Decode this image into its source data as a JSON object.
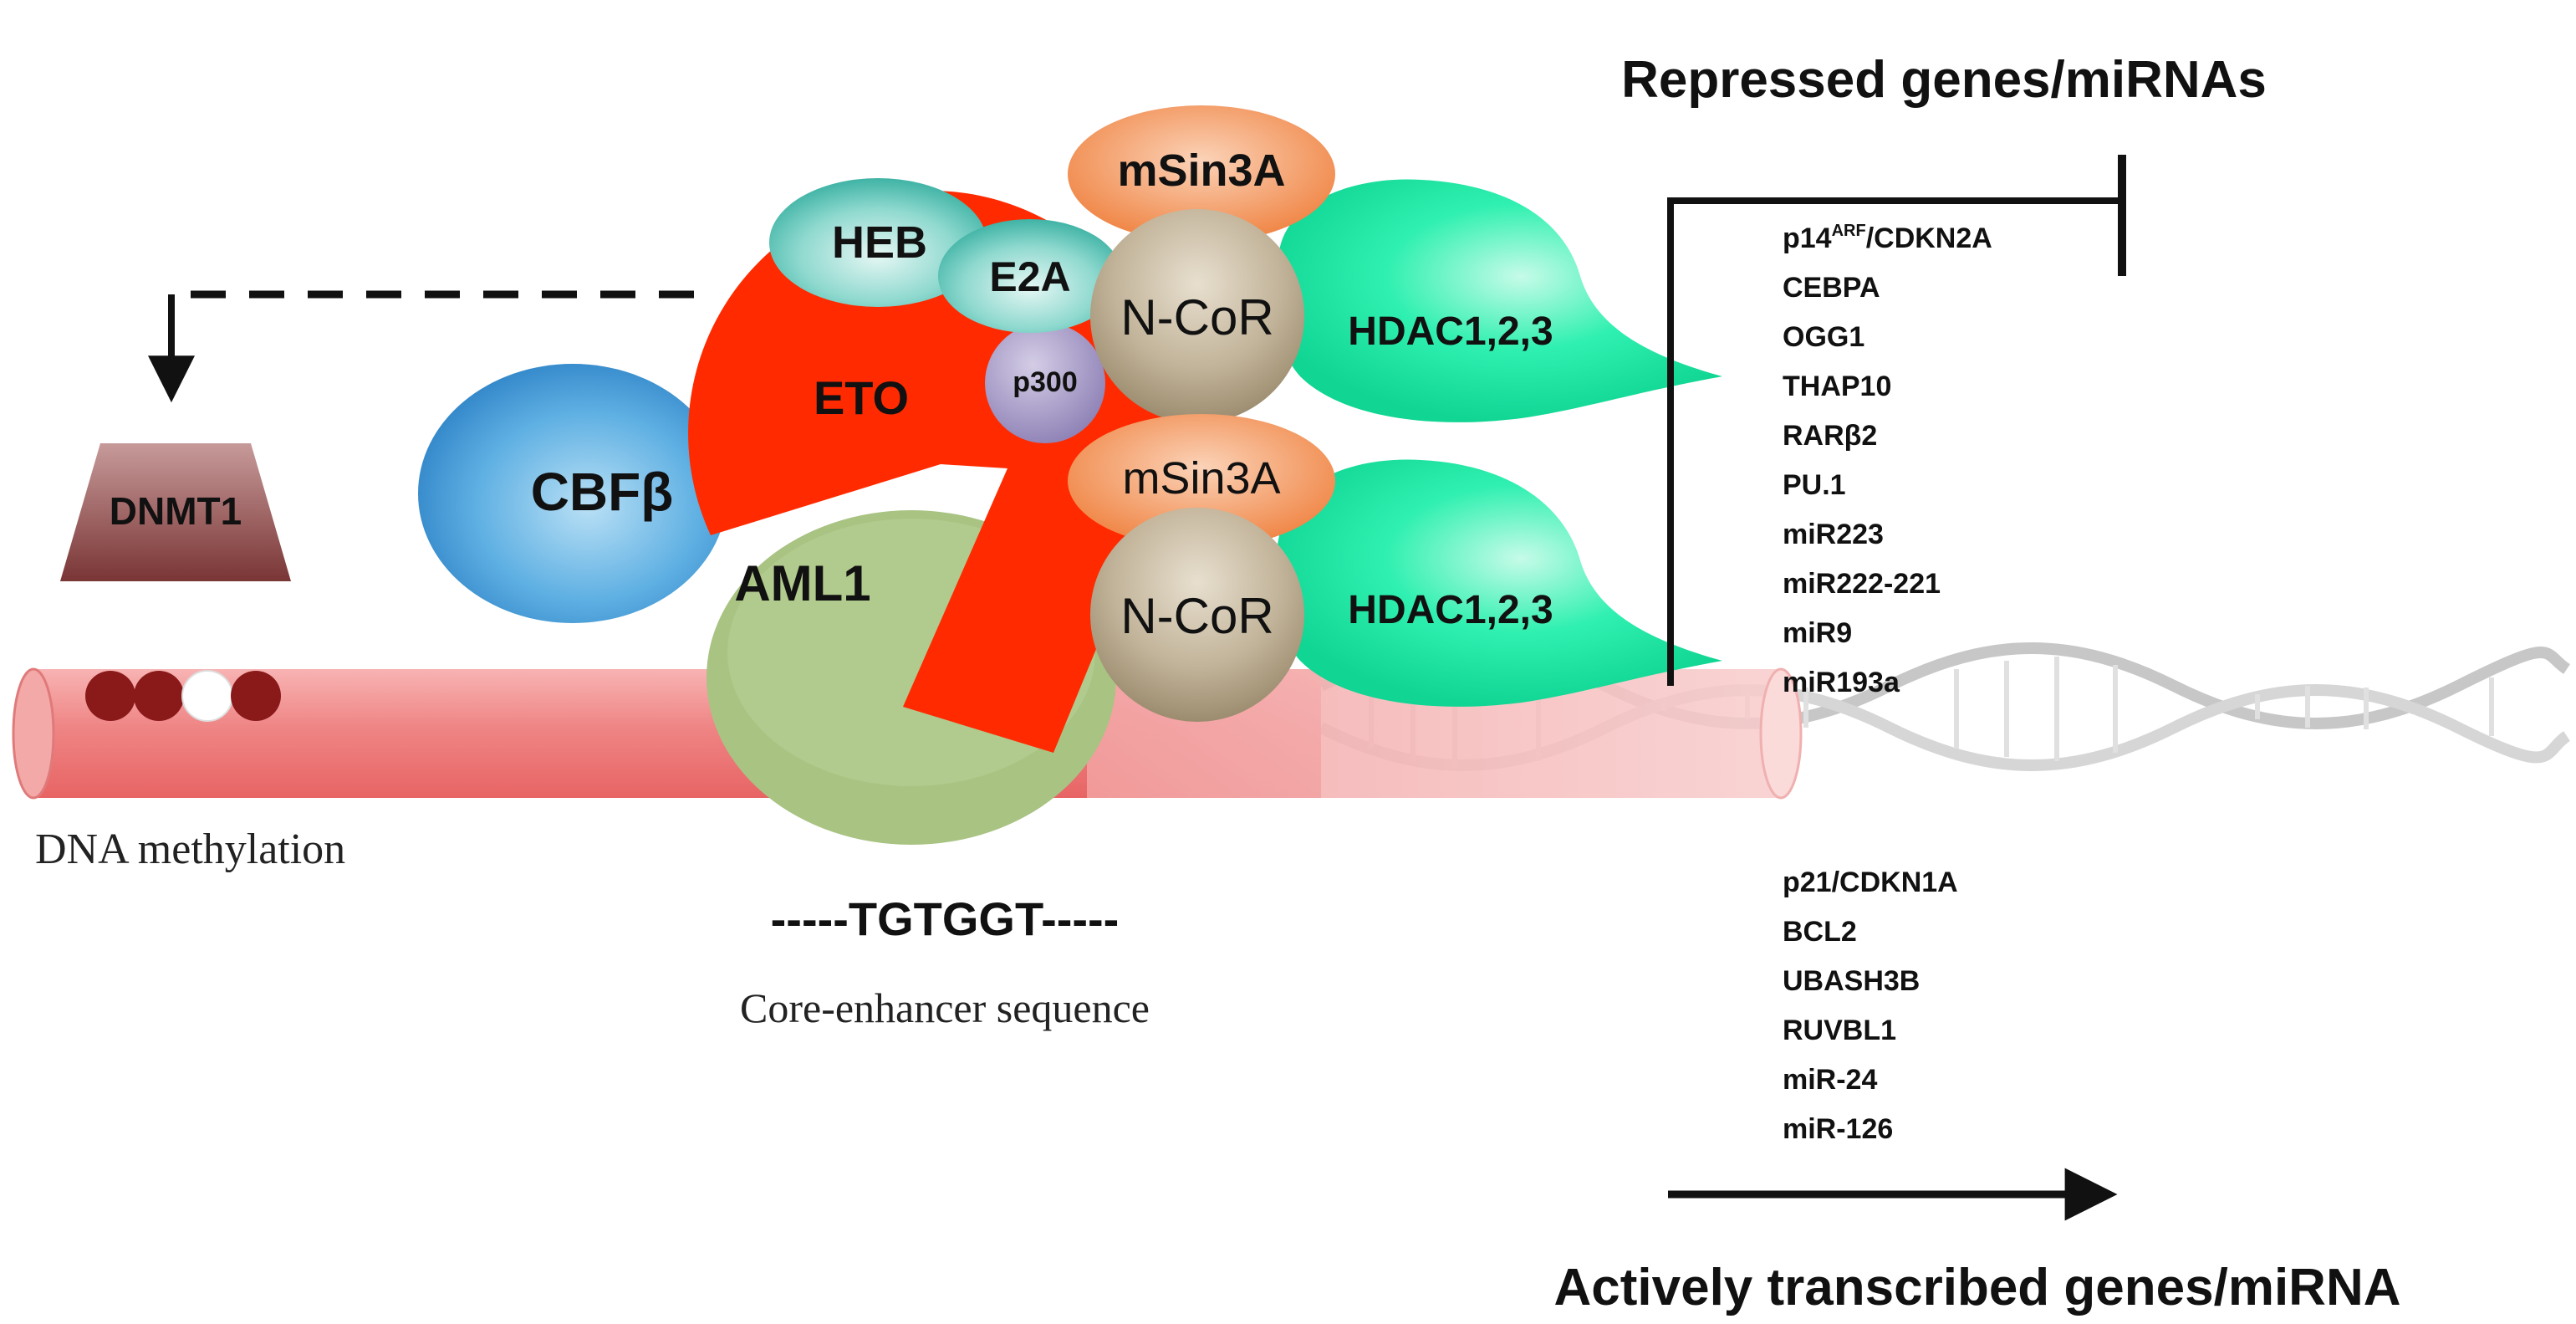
{
  "headings": {
    "repressed": "Repressed genes/miRNAs",
    "active": "Actively transcribed genes/miRNA"
  },
  "labels": {
    "dnmt1": "DNMT1",
    "dna_methylation": "DNA methylation",
    "cbfb": "CBFβ",
    "aml1": "AML1",
    "eto": "ETO",
    "heb": "HEB",
    "e2a": "E2A",
    "p300": "p300",
    "msin3a_top": "mSin3A",
    "ncor_top": "N-CoR",
    "hdac_top": "HDAC1,2,3",
    "msin3a_bottom": "mSin3A",
    "ncor_bottom": "N-CoR",
    "hdac_bottom": "HDAC1,2,3",
    "motif": "-----TGTGGT-----",
    "motif_caption": "Core-enhancer sequence"
  },
  "repressed_genes": [
    {
      "main": "p14",
      "sup": "ARF",
      "rest": "/CDKN2A"
    },
    {
      "main": "CEBPA"
    },
    {
      "main": "OGG1"
    },
    {
      "main": "THAP10"
    },
    {
      "main": "RARβ2"
    },
    {
      "main": "PU.1"
    },
    {
      "main": "miR223"
    },
    {
      "main": "miR222-221"
    },
    {
      "main": "miR9"
    },
    {
      "main": "miR193a"
    }
  ],
  "active_genes": [
    "p21/CDKN1A",
    "BCL2",
    "UBASH3B",
    "RUVBL1",
    "miR-24",
    "miR-126"
  ],
  "colors": {
    "eto": "#ff2a00",
    "aml1": "#a9c383",
    "cbfb": "#3a97d8",
    "heb_e2a": "#5fc6b8",
    "msin3a": "#f08a4b",
    "ncor": "#b6a68a",
    "hdac": "#1de8a6",
    "p300": "#a79bc6",
    "dnmt1": "#9c5a5a",
    "dna_cylinder": "#ee7f7f",
    "methyl_dot": "#8a1a1a"
  }
}
